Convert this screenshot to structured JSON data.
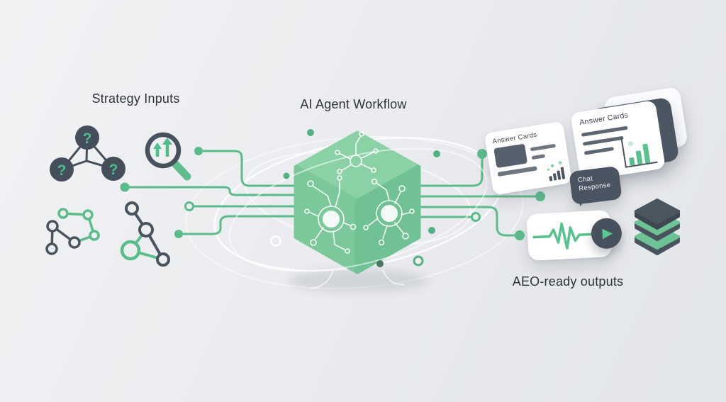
{
  "labels": {
    "strategy_inputs": "Strategy Inputs",
    "ai_agent_workflow": "AI Agent Workflow",
    "aeo_ready_outputs": "AEO-ready outputs"
  },
  "cards": {
    "answer_card": {
      "title": "Answer Cards"
    },
    "answer_card_stack": {
      "title": "Answer Cards"
    },
    "chat_bubble": {
      "text": "Chat Response"
    }
  },
  "icons": {
    "question_mark": "?",
    "play_glyph": "▶"
  },
  "colors": {
    "accent_green": "#5abc8b",
    "dark_slate": "#4a5560",
    "cube_top": "#8ad2a6",
    "cube_left": "#7bc99b",
    "cube_right": "#70c295",
    "card_white": "#ffffff",
    "background": "#e9ebee"
  }
}
